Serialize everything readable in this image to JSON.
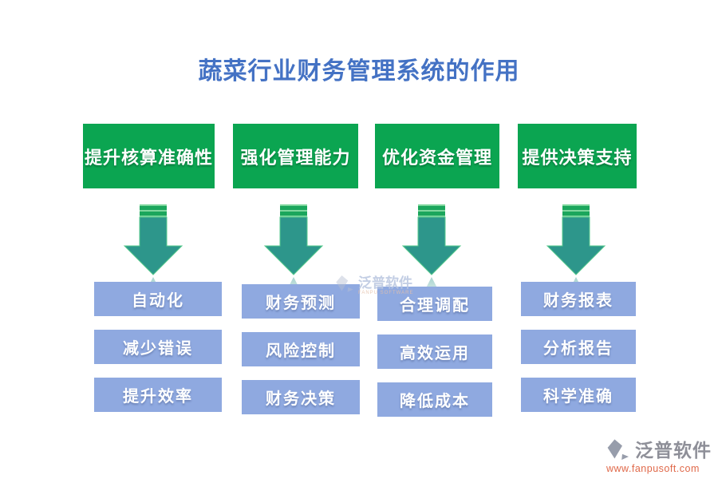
{
  "title": "蔬菜行业财务管理系统的作用",
  "colors": {
    "title_blue": "#4472C4",
    "header_green": "#0BA551",
    "item_blue": "#8FA9E0",
    "arrow_teal": "#2D968B",
    "arrow_stripe_green": "#1BA65C",
    "arrow_stripe_light": "#7FD79E",
    "logo_gray": "#8E8F98",
    "logo_orange": "#E0694A"
  },
  "columns": [
    {
      "header": "提升核算准确性",
      "items": [
        "自动化",
        "减少错误",
        "提升效率"
      ]
    },
    {
      "header": "强化管理能力",
      "items": [
        "财务预测",
        "风险控制",
        "财务决策"
      ]
    },
    {
      "header": "优化资金管理",
      "items": [
        "合理调配",
        "高效运用",
        "降低成本"
      ]
    },
    {
      "header": "提供决策支持",
      "items": [
        "财务报表",
        "分析报告",
        "科学准确"
      ]
    }
  ],
  "watermark": {
    "brand": "泛普软件",
    "caption": "FANPU SOFTWARE"
  },
  "footer_logo": {
    "brand": "泛普软件",
    "url": "www.fanpusoft.com"
  }
}
